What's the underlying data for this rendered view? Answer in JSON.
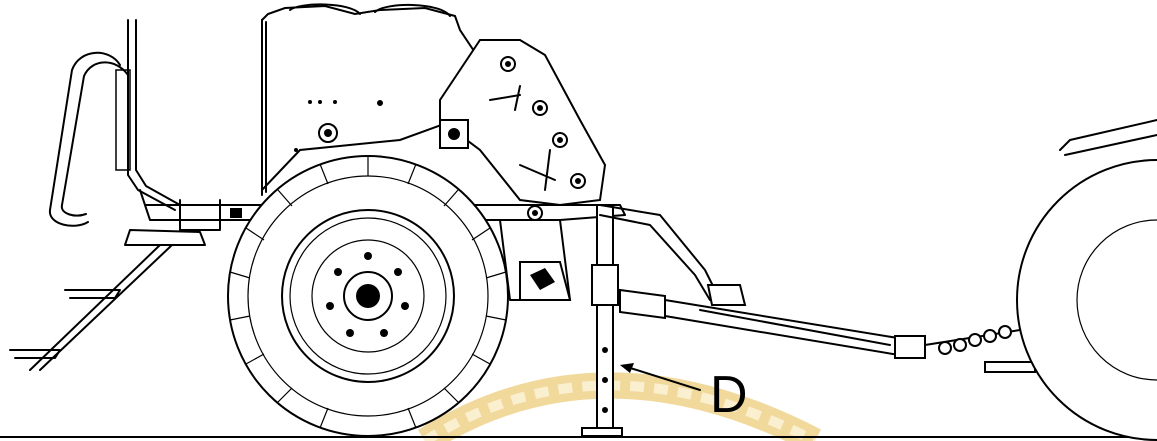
{
  "diagram": {
    "callout_label": "D",
    "colors": {
      "line": "#000000",
      "background": "#ffffff",
      "watermark": "#d9a21b"
    },
    "icons": [
      "seed-drill-machine",
      "transport-wheel",
      "parking-stand",
      "drawbar-hitch",
      "tractor-rear-wheel",
      "watermark-seal"
    ]
  }
}
